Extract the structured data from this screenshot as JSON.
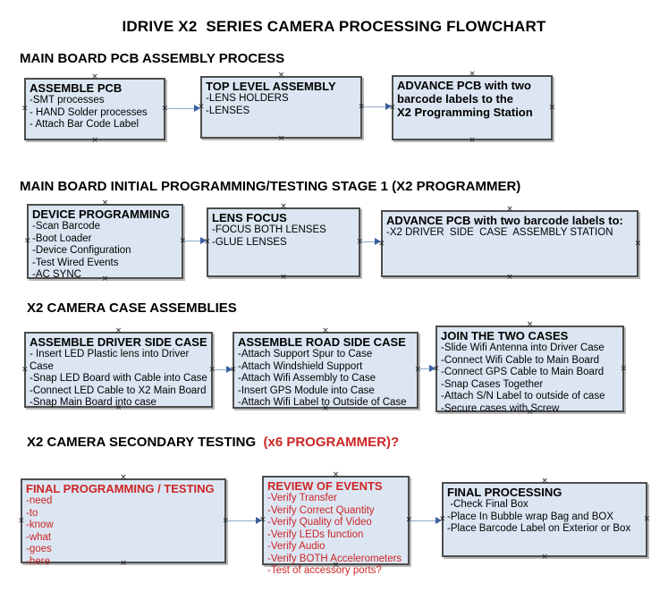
{
  "title": "IDRIVE X2  SERIES CAMERA PROCESSING FLOWCHART",
  "colors": {
    "box_fill": "#dce6f2",
    "box_border": "#4d4d4d",
    "red_text": "#cc2626",
    "arrow_shaft": "#8fa9cc",
    "arrow_head": "#3a60a0"
  },
  "section_headings": [
    {
      "text": "MAIN BOARD PCB ASSEMBLY PROCESS"
    },
    {
      "text": "MAIN BOARD INITIAL PROGRAMMING/TESTING STAGE 1 (X2 PROGRAMMER)"
    },
    {
      "text": "X2 CAMERA CASE ASSEMBLIES"
    },
    {
      "text_black": "X2 CAMERA SECONDARY TESTING  ",
      "text_red": "(x6 PROGRAMMER)?"
    }
  ],
  "boxes": {
    "assemble_pcb": {
      "title": "ASSEMBLE PCB",
      "items": [
        "-SMT processes",
        "- HAND Solder processes",
        "- Attach Bar Code Label"
      ]
    },
    "top_level_assembly": {
      "title": "TOP LEVEL ASSEMBLY",
      "items": [
        "-LENS HOLDERS",
        "-LENSES"
      ]
    },
    "advance_pcb_programming": {
      "title": "ADVANCE PCB with two\nbarcode labels to the\n X2 Programming Station",
      "items": []
    },
    "device_programming": {
      "title": "DEVICE PROGRAMMING",
      "items": [
        "-Scan Barcode",
        "-Boot Loader",
        "-Device Configuration",
        "-Test Wired Events",
        "-AC SYNC"
      ]
    },
    "lens_focus": {
      "title": "LENS FOCUS",
      "items": [
        "-FOCUS BOTH LENSES",
        "-GLUE LENSES"
      ]
    },
    "advance_pcb_driver_side": {
      "title": "ADVANCE PCB with two barcode labels to:",
      "items": [
        "-X2 DRIVER  SIDE  CASE  ASSEMBLY STATION"
      ]
    },
    "assemble_driver_side_case": {
      "title": "ASSEMBLE DRIVER SIDE CASE",
      "items": [
        "- Insert LED Plastic lens into Driver Case",
        "-Snap LED Board with Cable into Case",
        "-Connect LED Cable to X2 Main Board",
        "-Snap Main Board into case"
      ]
    },
    "assemble_road_side_case": {
      "title": "ASSEMBLE ROAD SIDE CASE",
      "items": [
        "-Attach Support Spur to Case",
        "-Attach Windshield Support",
        "-Attach Wifi Assembly to Case",
        "-Insert GPS Module into Case",
        "-Attach Wifi Label to Outside of Case"
      ]
    },
    "join_the_two_cases": {
      "title": "JOIN THE TWO CASES",
      "items": [
        "-Slide Wifi Antenna into Driver Case",
        "-Connect Wifi Cable to Main Board",
        "-Connect GPS Cable to Main Board",
        "-Snap Cases Together",
        "-Attach S/N Label to outside of case",
        "-Secure cases with Screw"
      ]
    },
    "final_programming_testing": {
      "title": "FINAL PROGRAMMING / TESTING",
      "items": [
        "-need",
        "-to",
        "-know",
        "-what",
        "-goes",
        "-here"
      ]
    },
    "review_of_events": {
      "title": "REVIEW OF EVENTS",
      "items": [
        "-Verify Transfer",
        "-Verify Correct Quantity",
        "-Verify Quality of Video",
        "-Verify LEDs function",
        "-Verify Audio",
        "-Verify BOTH Accelerometers",
        "-Test of accessory ports?"
      ]
    },
    "final_processing": {
      "title": "FINAL PROCESSING",
      "items": [
        " -Check Final Box",
        "-Place In Bubble wrap Bag and BOX",
        "-Place Barcode Label on Exterior or Box"
      ]
    }
  }
}
